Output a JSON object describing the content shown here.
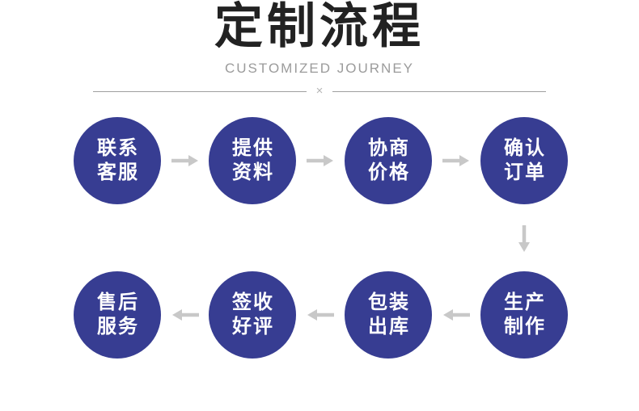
{
  "header": {
    "title": "定制流程",
    "subtitle": "CUSTOMIZED JOURNEY",
    "divider_symbol": "×"
  },
  "colors": {
    "circle_fill": "#373d92",
    "step_text": "#ffffff",
    "arrow": "#c8c8c8",
    "title_text": "#222222",
    "subtitle_text": "#9b9b9b",
    "divider_line": "#9f9f9f",
    "background": "#ffffff"
  },
  "flow": {
    "steps": [
      {
        "order": 1,
        "line1": "联系",
        "line2": "客服",
        "label": "联系客服"
      },
      {
        "order": 2,
        "line1": "提供",
        "line2": "资料",
        "label": "提供资料"
      },
      {
        "order": 3,
        "line1": "协商",
        "line2": "价格",
        "label": "协商价格"
      },
      {
        "order": 4,
        "line1": "确认",
        "line2": "订单",
        "label": "确认订单"
      },
      {
        "order": 5,
        "line1": "生产",
        "line2": "制作",
        "label": "生产制作"
      },
      {
        "order": 6,
        "line1": "包装",
        "line2": "出库",
        "label": "包装出库"
      },
      {
        "order": 7,
        "line1": "签收",
        "line2": "好评",
        "label": "签收好评"
      },
      {
        "order": 8,
        "line1": "售后",
        "line2": "服务",
        "label": "售后服务"
      }
    ]
  }
}
